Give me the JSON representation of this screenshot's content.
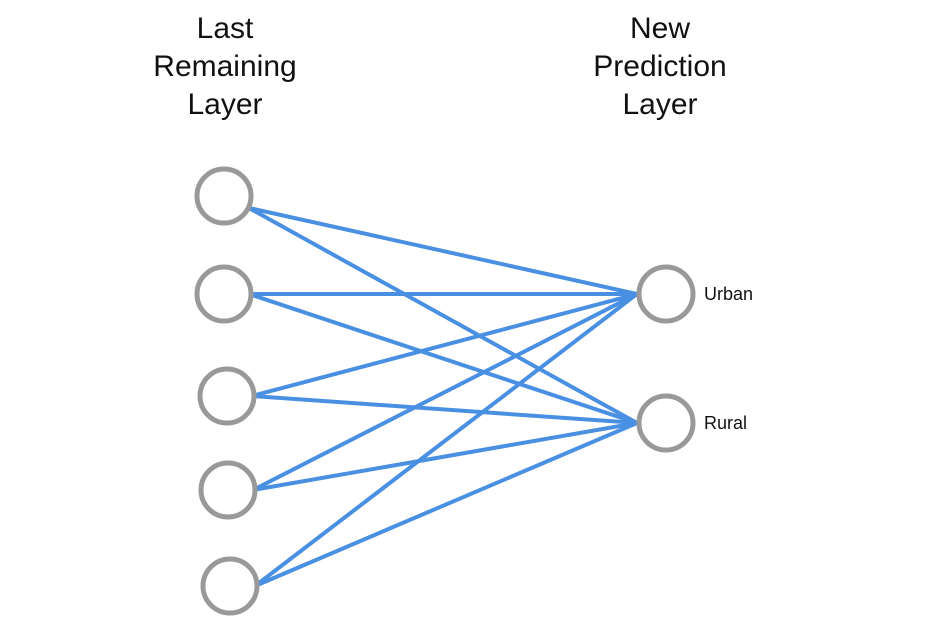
{
  "diagram": {
    "left_layer": {
      "title": "Last\nRemaining\nLayer",
      "node_count": 5
    },
    "right_layer": {
      "title": "New\nPrediction\nLayer",
      "nodes": [
        {
          "label": "Urban"
        },
        {
          "label": "Rural"
        }
      ]
    },
    "colors": {
      "edge": "#4a90e2",
      "node_stroke": "#999999",
      "text": "#111111"
    }
  }
}
